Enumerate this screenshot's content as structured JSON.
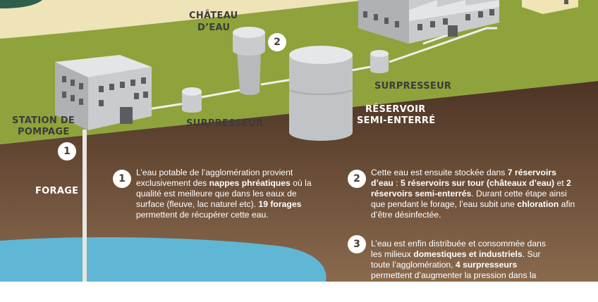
{
  "colors": {
    "grass": "#8ea33b",
    "ground_top": "#4d3424",
    "ground_bottom": "#8a6a4e",
    "water": "#5fb7d5",
    "building": "#c9cbcc",
    "building_dark": "#9fa3a5"
  },
  "labels": {
    "chateau_line1": "CHÂTEAU",
    "chateau_line2": "D’EAU",
    "station_line1": "STATION DE",
    "station_line2": "POMPAGE",
    "forage": "FORAGE",
    "surpresseur_left": "SURPRESSEUR",
    "surpresseur_right": "SURPRESSEUR",
    "reservoir_line1": "RÉSERVOIR",
    "reservoir_line2": "SEMI-ENTERRÉ"
  },
  "badges": {
    "station": "1",
    "chateau": "2",
    "step1": "1",
    "step2": "2",
    "step3": "3"
  },
  "steps": [
    {
      "number": "1",
      "segments": [
        {
          "t": "L’eau potable de l’agglomération provient exclusivement des ",
          "b": false
        },
        {
          "t": "nappes phréatiques",
          "b": true
        },
        {
          "t": " où la qualité est meilleure que dans les eaux de surface (fleuve, lac naturel etc). ",
          "b": false
        },
        {
          "t": "19 forages",
          "b": true
        },
        {
          "t": " permettent de récupérer cette eau.",
          "b": false
        }
      ]
    },
    {
      "number": "2",
      "segments": [
        {
          "t": "Cette eau est ensuite stockée dans ",
          "b": false
        },
        {
          "t": "7 réservoirs d’eau",
          "b": true
        },
        {
          "t": " : ",
          "b": false
        },
        {
          "t": "5 réservoirs sur tour (châteaux d’eau)",
          "b": true
        },
        {
          "t": " et ",
          "b": false
        },
        {
          "t": "2 réservoirs semi-enterrés",
          "b": true
        },
        {
          "t": ". Durant cette étape ainsi que pendant le forage, l’eau subit une ",
          "b": false
        },
        {
          "t": "chloration",
          "b": true
        },
        {
          "t": " afin d’être désinfectée.",
          "b": false
        }
      ]
    },
    {
      "number": "3",
      "segments": [
        {
          "t": "L’eau est enfin distribuée et consommée dans les milieux ",
          "b": false
        },
        {
          "t": "domestiques et industriels",
          "b": true
        },
        {
          "t": ". Sur toute l’agglomération, ",
          "b": false
        },
        {
          "t": "4 surpresseurs",
          "b": true
        },
        {
          "t": " permettent d’augmenter la pression dans la situation où celle-ci est insuffisante pour alimenter un réservoir ou ",
          "b": false
        }
      ]
    }
  ]
}
